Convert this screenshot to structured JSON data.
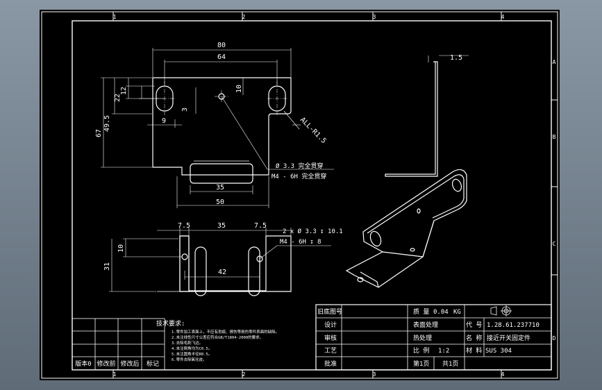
{
  "border": {
    "top_numbers": [
      "1",
      "2",
      "3",
      "4"
    ],
    "bottom_numbers": [
      "1",
      "2",
      "3",
      "4"
    ],
    "right_letters": [
      "A",
      "B",
      "C",
      "D"
    ]
  },
  "top_view": {
    "dims": {
      "overall_width": "80",
      "hole_spacing": "64",
      "thickness": "1.5",
      "slot_height": "12",
      "slot_to_edge": "22",
      "half_height": "49.5",
      "overall_height": "67",
      "center_hole_offset": "3",
      "slot_offset": "9",
      "small_hole_to_top": "10",
      "tab_width": "35",
      "flange_width": "50",
      "fillet_note": "ALL-R1.5"
    },
    "notes": {
      "hole_note": "Ø 3.3 完全贯穿",
      "thread_note": "M4 - 6H 完全贯穿"
    }
  },
  "front_view": {
    "dims": {
      "left_offset": "7.5",
      "middle_width": "35",
      "right_offset": "7.5",
      "hole_height": "10",
      "overall_height": "31",
      "hole_spacing": "42"
    },
    "notes": {
      "hole_note": "2 x Ø 3.3 ↧ 10.1",
      "thread_note": "M4 - 6H   ↧ 8"
    }
  },
  "tech_notes": {
    "title": "技术要求:",
    "lines": [
      "1.零件加工表面上，不应有划痕、擦伤等损伤零件表面的缺陷。",
      "2.未注线性尺寸公差应符合GB/T1804-2000的要求。",
      "3.去除毛刺飞边。",
      "4.未注倒角均为C0.5。",
      "5.未注圆角半径R0.5。",
      "6.零件去除氧化皮。"
    ]
  },
  "revision_table": {
    "headers": [
      "版本0",
      "修改前",
      "修改后",
      "标记"
    ]
  },
  "title_block": {
    "drawing_no_label": "旧底图号",
    "weight_label": "质 量",
    "weight_value": "0.04",
    "weight_unit": "KG",
    "design_label": "设计",
    "surface_label": "表面处理",
    "code_label": "代 号",
    "code_value": "1.28.61.237710",
    "review_label": "审核",
    "heat_label": "热处理",
    "name_label": "名 称",
    "name_value": "接近开关固定件",
    "process_label": "工艺",
    "scale_label": "比 例",
    "scale_value": "1:2",
    "material_label": "材 料",
    "material_value": "SUS 304",
    "approve_label": "批准",
    "page_label": "第1页",
    "total_label": "共1页"
  }
}
